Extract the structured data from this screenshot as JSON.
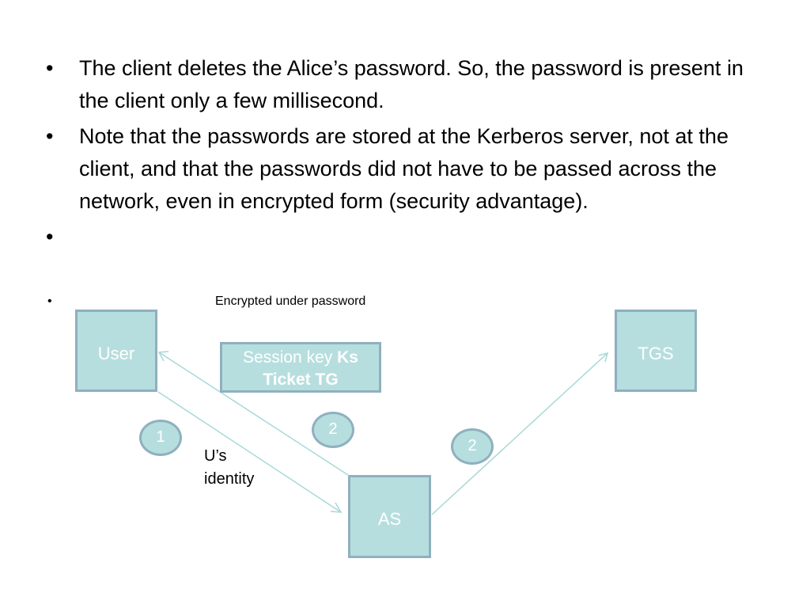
{
  "bullets": [
    {
      "marker": "•",
      "text": "The client deletes the Alice’s password. So, the password  is present  in the client only a few millisecond."
    },
    {
      "marker": "•",
      "text": "Note that the passwords  are stored at the Kerberos server, not at the client, and that the passwords did not have to be passed across the network, even in encrypted form (security advantage)."
    },
    {
      "marker": "•",
      "text": ""
    }
  ],
  "small_bullet": "•",
  "diagram": {
    "caption": "Encrypted under password",
    "nodes": {
      "user": "User",
      "tgs": "TGS",
      "as": "AS"
    },
    "ticket": {
      "line1_prefix": "Session key ",
      "line1_key": "Ks",
      "line2": "Ticket  TG"
    },
    "badges": {
      "step1": "1",
      "step2_return": "2",
      "step2_forward": "2"
    },
    "identity_label": {
      "line1": "U’s",
      "line2": "identity"
    },
    "colors": {
      "box_fill": "#b7dede",
      "box_border": "#8fb0bf",
      "arrow": "#a8d8d8"
    }
  }
}
